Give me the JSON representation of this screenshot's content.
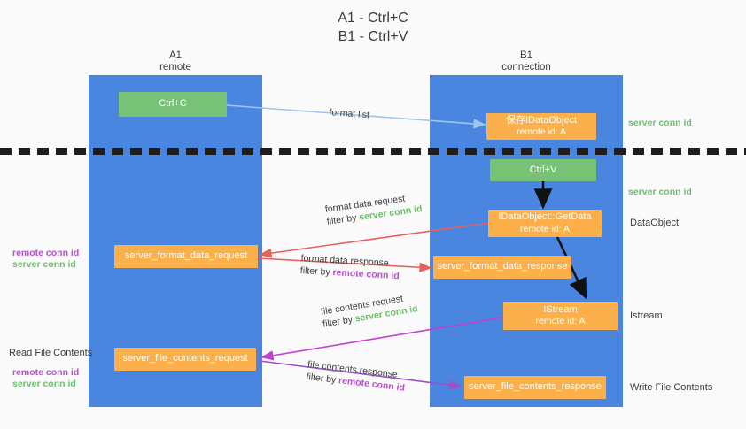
{
  "title": "A1 - Ctrl+C\nB1 - Ctrl+V",
  "colors": {
    "lane": "#4a86e0",
    "green_box": "#77c277",
    "orange_box": "#fbb04c",
    "server_conn_id": "#6cbf6c",
    "remote_conn_id": "#b94fd0",
    "blue_arrow": "#9fc5ea",
    "red_arrow": "#e8605a",
    "magenta_arrow": "#c23fd0",
    "purple_arrow": "#9b52c9",
    "black_arrow": "#000000",
    "divider": "#1d1d1d"
  },
  "lanes": [
    {
      "name": "A1",
      "subtitle": "remote",
      "header": "A1\nremote"
    },
    {
      "name": "B1",
      "subtitle": "connection",
      "header": "B1\nconnection"
    }
  ],
  "boxes": {
    "ctrl_c": {
      "label": "Ctrl+C",
      "color": "green"
    },
    "save_idataobject": {
      "line1": "保存IDataObject",
      "line2": "remote id: A",
      "color": "orange"
    },
    "ctrl_v": {
      "label": "Ctrl+V",
      "color": "green"
    },
    "getdata": {
      "line1": "IDataObject::GetData",
      "line2": "remote id: A",
      "color": "orange"
    },
    "format_data_request": {
      "label": "server_format_data_request",
      "color": "orange"
    },
    "format_data_response": {
      "label": "server_format_data_response",
      "color": "orange"
    },
    "istream": {
      "line1": "IStream",
      "line2": "remote id: A",
      "color": "orange"
    },
    "file_contents_request": {
      "label": "server_file_contents_request",
      "color": "orange"
    },
    "file_contents_response": {
      "label": "server_file_contents_response",
      "color": "orange"
    }
  },
  "edges": {
    "format_list": {
      "label": "format list"
    },
    "format_data_request": {
      "line1": "format data request",
      "line2_prefix": "filter by ",
      "line2_key": "server conn id",
      "key_color": "green"
    },
    "format_data_response": {
      "line1": "format data response",
      "line2_prefix": "filter by ",
      "line2_key": "remote conn id",
      "key_color": "purple"
    },
    "file_contents_request": {
      "line1": "file contents request",
      "line2_prefix": "filter by ",
      "line2_key": "server conn id",
      "key_color": "green"
    },
    "file_contents_response": {
      "line1": "file contents response",
      "line2_prefix": "filter by ",
      "line2_key": "remote conn id",
      "key_color": "purple"
    }
  },
  "right_labels": {
    "server_conn_id_top": "server conn id",
    "server_conn_id_mid": "server conn id",
    "dataobject": "DataObject",
    "istream": "Istream",
    "write_file_contents": "Write File Contents"
  },
  "left_labels": {
    "remote_conn_id_1": "remote conn id",
    "server_conn_id_1": "server conn id",
    "read_file_contents": "Read File Contents",
    "remote_conn_id_2": "remote conn id",
    "server_conn_id_2": "server conn id"
  }
}
